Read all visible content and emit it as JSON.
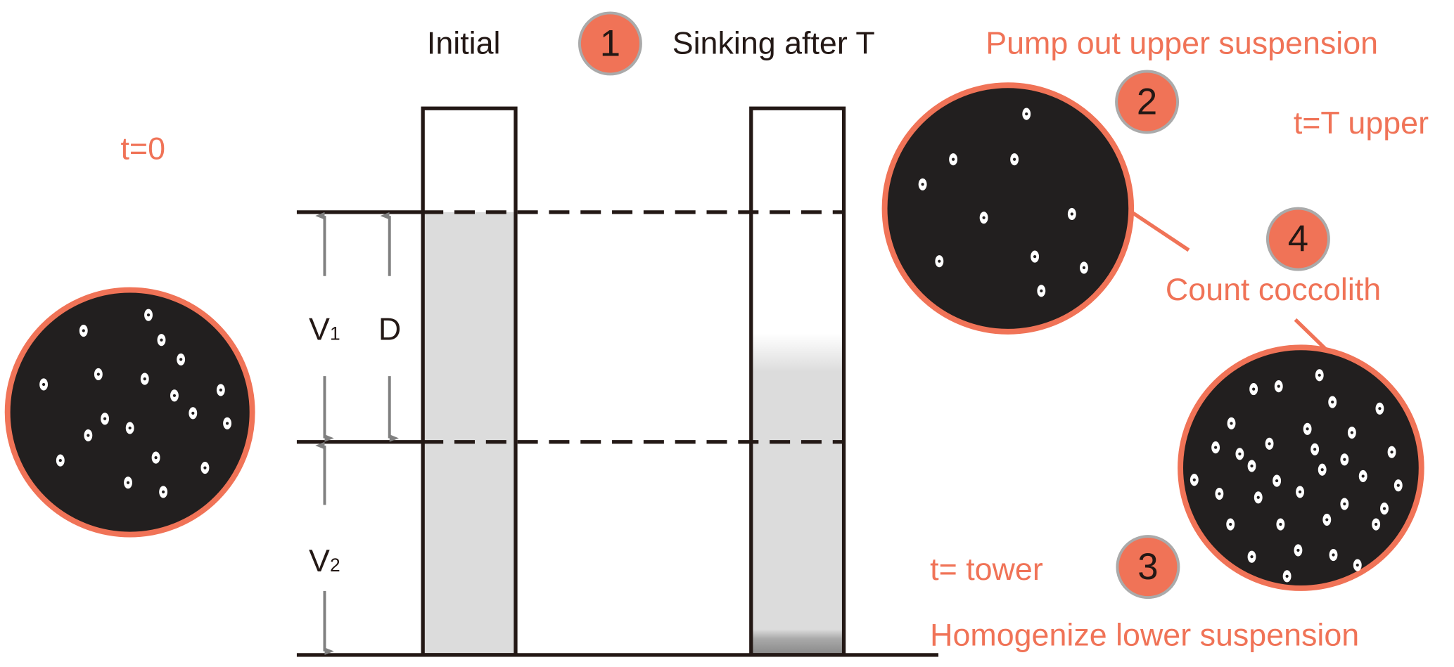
{
  "labels": {
    "initial": "Initial",
    "sinking": "Sinking after T",
    "pump_out": "Pump out upper suspension",
    "t_upper": "t=T upper",
    "t0": "t=0",
    "count": "Count coccolith",
    "t_tower": "t= tower",
    "homogenize": "Homogenize lower suspension",
    "v1": "V",
    "v1_sub": "1",
    "d": "D",
    "v2": "V",
    "v2_sub": "2"
  },
  "steps": [
    "1",
    "2",
    "3",
    "4"
  ],
  "colors": {
    "accent": "#f07357",
    "dark": "#221f1f",
    "column_fill": "#dcdcdc",
    "arrow": "#808080"
  }
}
